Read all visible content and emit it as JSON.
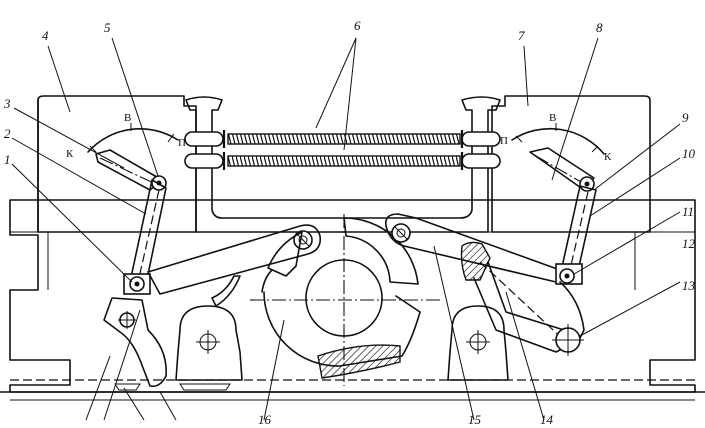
{
  "callouts": {
    "n1": "1",
    "n2": "2",
    "n3": "3",
    "n4": "4",
    "n5": "5",
    "n6": "6",
    "n7": "7",
    "n8": "8",
    "n9": "9",
    "n10": "10",
    "n11": "11",
    "n12": "12",
    "n13": "13",
    "n14": "14",
    "n15": "15",
    "n16": "16"
  },
  "dial_left": {
    "top": "В",
    "left": "К",
    "right": "П"
  },
  "dial_right": {
    "top": "В",
    "left": "П",
    "right": "К"
  },
  "colors": {
    "ink": "#111111",
    "paper": "#ffffff"
  }
}
